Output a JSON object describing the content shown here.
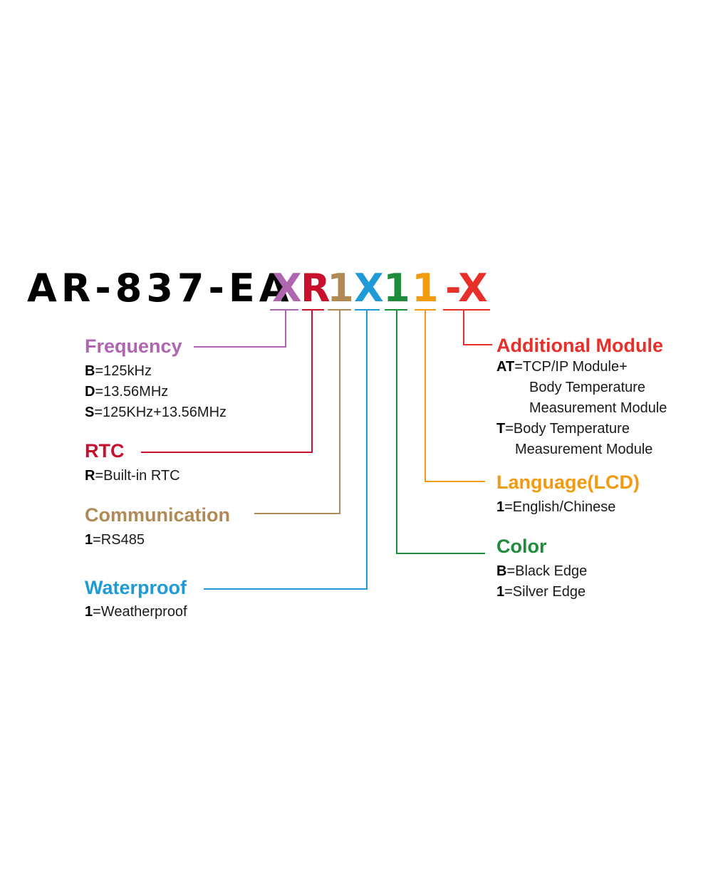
{
  "model": {
    "prefix": "AR-837-EA",
    "segments": [
      {
        "id": "frequency",
        "code": "X",
        "color": "#b065b0"
      },
      {
        "id": "rtc",
        "code": "R",
        "color": "#c8102e"
      },
      {
        "id": "communication",
        "code": "1",
        "color": "#b08a55"
      },
      {
        "id": "waterproof",
        "code": "X",
        "color": "#1e9ad6"
      },
      {
        "id": "color",
        "code": "1",
        "color": "#1e8c3a"
      },
      {
        "id": "language",
        "code": "1",
        "color": "#f29b10"
      },
      {
        "id": "additional",
        "code": "-X",
        "color": "#e8302a"
      }
    ]
  },
  "groups": {
    "frequency": {
      "title": "Frequency",
      "options": [
        {
          "code": "B",
          "text": "=125kHz"
        },
        {
          "code": "D",
          "text": "=13.56MHz"
        },
        {
          "code": "S",
          "text": "=125KHz+13.56MHz"
        }
      ]
    },
    "rtc": {
      "title": "RTC",
      "options": [
        {
          "code": "R",
          "text": "=Built-in RTC"
        }
      ]
    },
    "communication": {
      "title": "Communication",
      "options": [
        {
          "code": "1",
          "text": "=RS485"
        }
      ]
    },
    "waterproof": {
      "title": "Waterproof",
      "options": [
        {
          "code": "1",
          "text": "=Weatherproof"
        }
      ]
    },
    "additional": {
      "title": "Additional Module",
      "options": [
        {
          "code": "AT",
          "text": "=TCP/IP Module+",
          "cont": [
            "Body Temperature",
            "Measurement Module"
          ]
        },
        {
          "code": "T",
          "text": "=Body Temperature",
          "cont": [
            "Measurement Module"
          ]
        }
      ]
    },
    "language": {
      "title": "Language(LCD)",
      "options": [
        {
          "code": "1",
          "text": "=English/Chinese"
        }
      ]
    },
    "color": {
      "title": "Color",
      "options": [
        {
          "code": "B",
          "text": "=Black Edge"
        },
        {
          "code": "1",
          "text": "=Silver Edge"
        }
      ]
    }
  }
}
